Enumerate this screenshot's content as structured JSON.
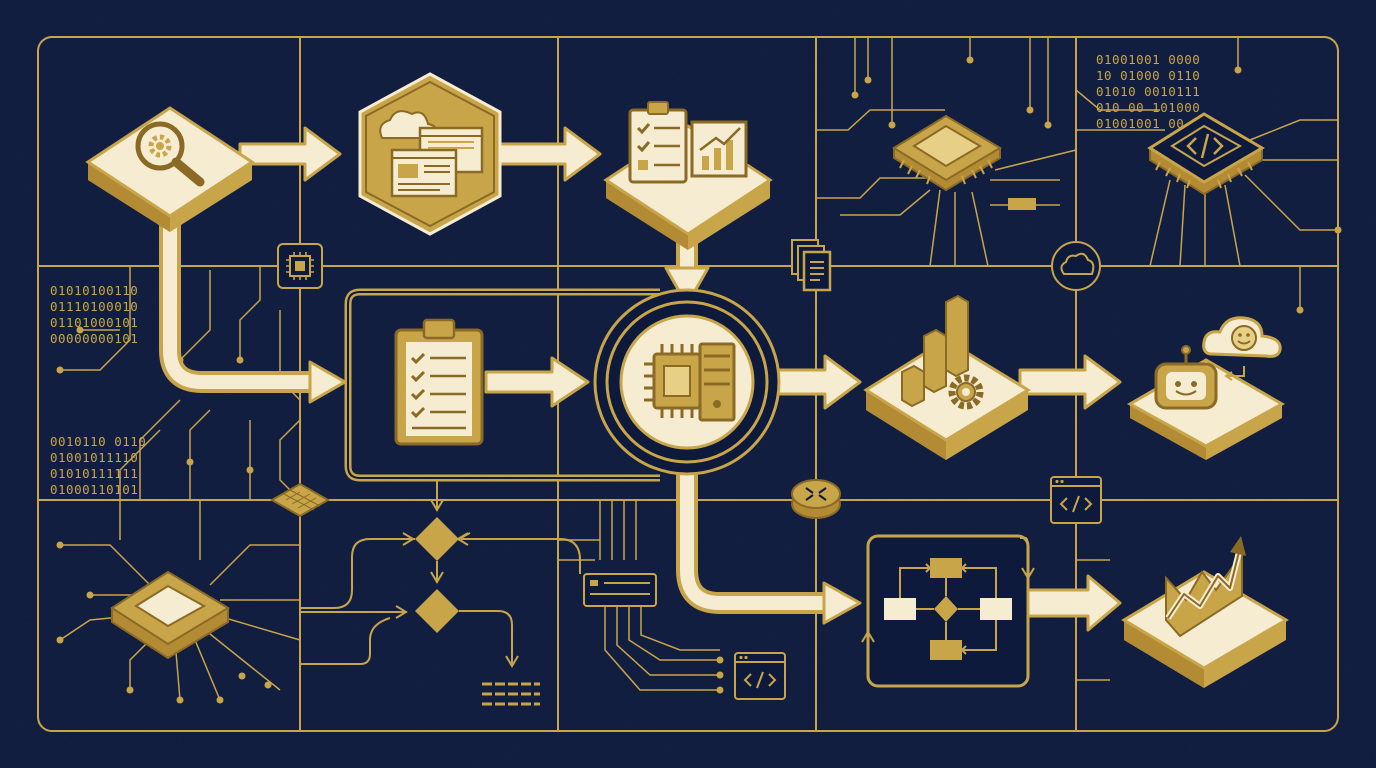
{
  "colors": {
    "background": "#0e1a3c",
    "gold": "#c9a54a",
    "gold_dark": "#8a6a24",
    "gold_mid": "#b38b35",
    "cream": "#f5ecd2"
  },
  "binary": {
    "top_right": [
      "01001001 0000",
      "10 01000 0110",
      "01010 0010111",
      "010 00 101000",
      "01001001 00"
    ],
    "left_top": [
      "01010100110",
      "01110100010",
      "01101000101",
      "00000000101"
    ],
    "left_bottom": [
      "0010110 0110",
      "01001011110",
      "01010111111",
      "01000110101"
    ]
  },
  "nodes": [
    {
      "id": "analyze",
      "icon": "magnifier-gear-icon"
    },
    {
      "id": "web",
      "icon": "browser-windows-cloud-icon"
    },
    {
      "id": "plan",
      "icon": "checklist-chart-icon"
    },
    {
      "id": "tasks",
      "icon": "clipboard-checklist-icon"
    },
    {
      "id": "core",
      "icon": "processor-server-icon"
    },
    {
      "id": "analytics",
      "icon": "bar-chart-gear-icon"
    },
    {
      "id": "assistant",
      "icon": "robot-cloud-icon"
    },
    {
      "id": "workflow",
      "icon": "flowchart-icon"
    },
    {
      "id": "growth",
      "icon": "trend-up-icon"
    }
  ]
}
